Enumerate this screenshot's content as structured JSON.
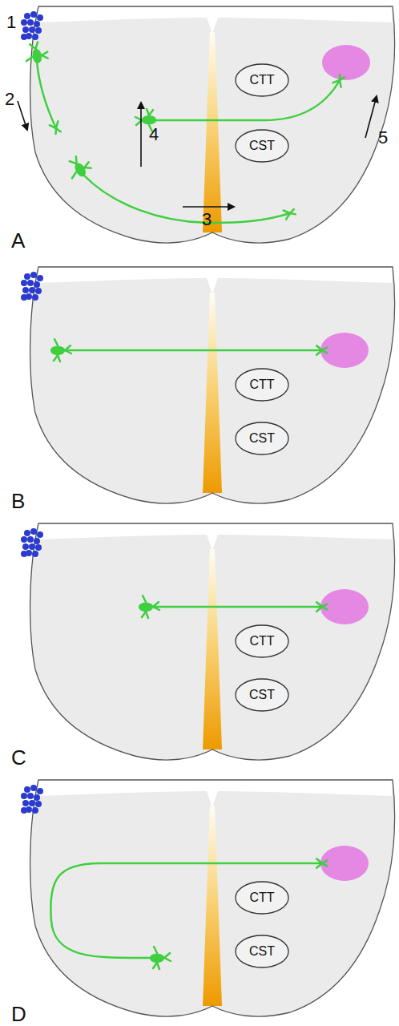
{
  "diagram": {
    "nodes": [
      {
        "text": [
          "CTT"
        ]
      },
      {
        "text": [
          "CST"
        ]
      },
      {
        "text": [
          "CTT"
        ]
      },
      {
        "text": [
          "CST"
        ]
      },
      {
        "text": [
          "CTT"
        ]
      },
      {
        "text": [
          "CST"
        ]
      },
      {
        "text": [
          "CTT"
        ]
      },
      {
        "text": [
          "CST"
        ]
      }
    ],
    "labels": [
      "1",
      "2",
      "3",
      "4",
      "5",
      "A",
      "B",
      "C",
      "D"
    ]
  }
}
